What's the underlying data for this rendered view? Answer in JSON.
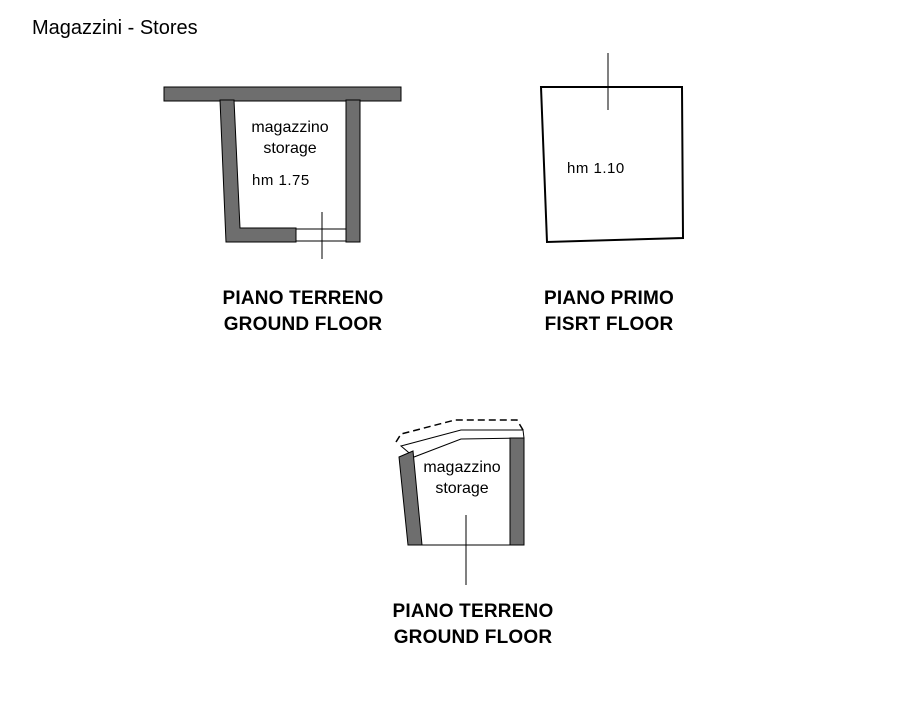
{
  "title": "Magazzini - Stores",
  "plans": [
    {
      "floor_it": "PIANO TERRENO",
      "floor_en": "GROUND FLOOR",
      "room_it": "magazzino",
      "room_en": "storage",
      "height": "hm  1.75"
    },
    {
      "floor_it": "PIANO PRIMO",
      "floor_en": "FISRT FLOOR",
      "height": "hm  1.10"
    },
    {
      "floor_it": "PIANO TERRENO",
      "floor_en": "GROUND FLOOR",
      "room_it": "magazzino",
      "room_en": "storage"
    }
  ],
  "colors": {
    "wall": "#6e6e6e",
    "line": "#000000"
  }
}
